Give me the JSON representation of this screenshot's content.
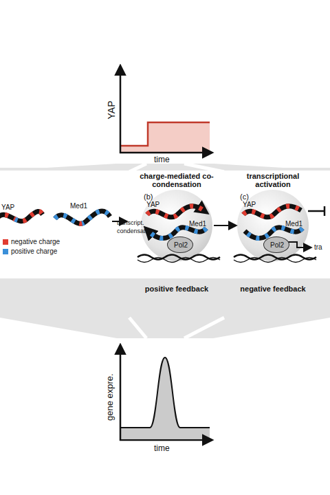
{
  "diagram": {
    "nodes": [
      {
        "text": [
          "charge-mediated co-condensation",
          "(b)",
          "YAP",
          "Med1"
        ]
      },
      {
        "text": [
          "Pol2"
        ],
        "in": 0
      },
      {
        "text": [
          "transcriptional activation",
          "(c)",
          "YAP",
          "Med1"
        ]
      },
      {
        "text": [
          "Pol2"
        ],
        "in": 2
      }
    ],
    "edges": [
      {
        "from": 0,
        "to": 2,
        "arrow": "to"
      }
    ],
    "labels": [
      "YAP",
      "time",
      "YAP",
      "Med1",
      "transcript. condensate",
      "positive feedback",
      "negative feedback",
      "tra",
      "gene expre.",
      "time"
    ],
    "legend": [
      {
        "text": "negative charge",
        "color": "#e03c31"
      },
      {
        "text": "positive charge",
        "color": "#3b8fd9"
      }
    ]
  }
}
